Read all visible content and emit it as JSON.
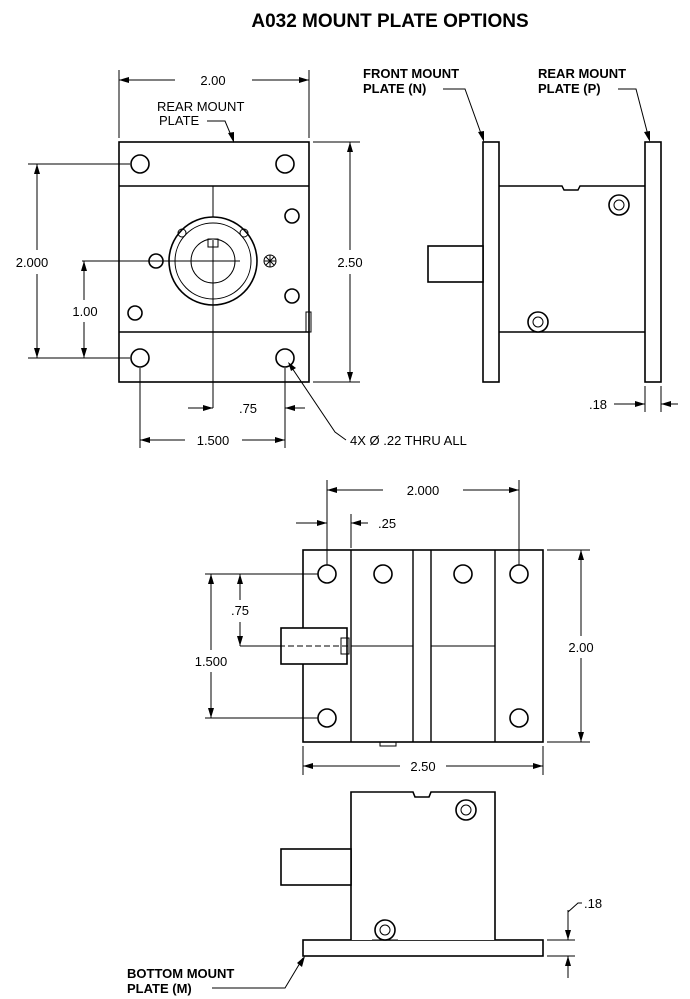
{
  "title": "A032 MOUNT PLATE OPTIONS",
  "views": {
    "front_view": {
      "width_dim": "2.00",
      "rear_mount_label_line1": "REAR MOUNT",
      "rear_mount_label_line2": "PLATE",
      "height_dim": "2.50",
      "hole_spacing_vertical": "2.000",
      "center_height": "1.00",
      "center_offset": ".75",
      "hole_spacing_horizontal": "1.500",
      "hole_callout": "4X Ø .22 THRU ALL"
    },
    "side_view": {
      "front_mount_label_line1": "FRONT MOUNT",
      "front_mount_label_line2": "PLATE (N)",
      "rear_mount_label_line1": "REAR MOUNT",
      "rear_mount_label_line2": "PLATE (P)",
      "plate_thickness": ".18"
    },
    "top_view": {
      "hole_spacing_horizontal": "2.000",
      "edge_offset": ".25",
      "center_offset": ".75",
      "hole_spacing_vertical": "1.500",
      "height_dim": "2.00",
      "width_dim": "2.50"
    },
    "bottom_view": {
      "plate_thickness": ".18",
      "bottom_mount_label_line1": "BOTTOM MOUNT",
      "bottom_mount_label_line2": "PLATE (M)"
    }
  }
}
